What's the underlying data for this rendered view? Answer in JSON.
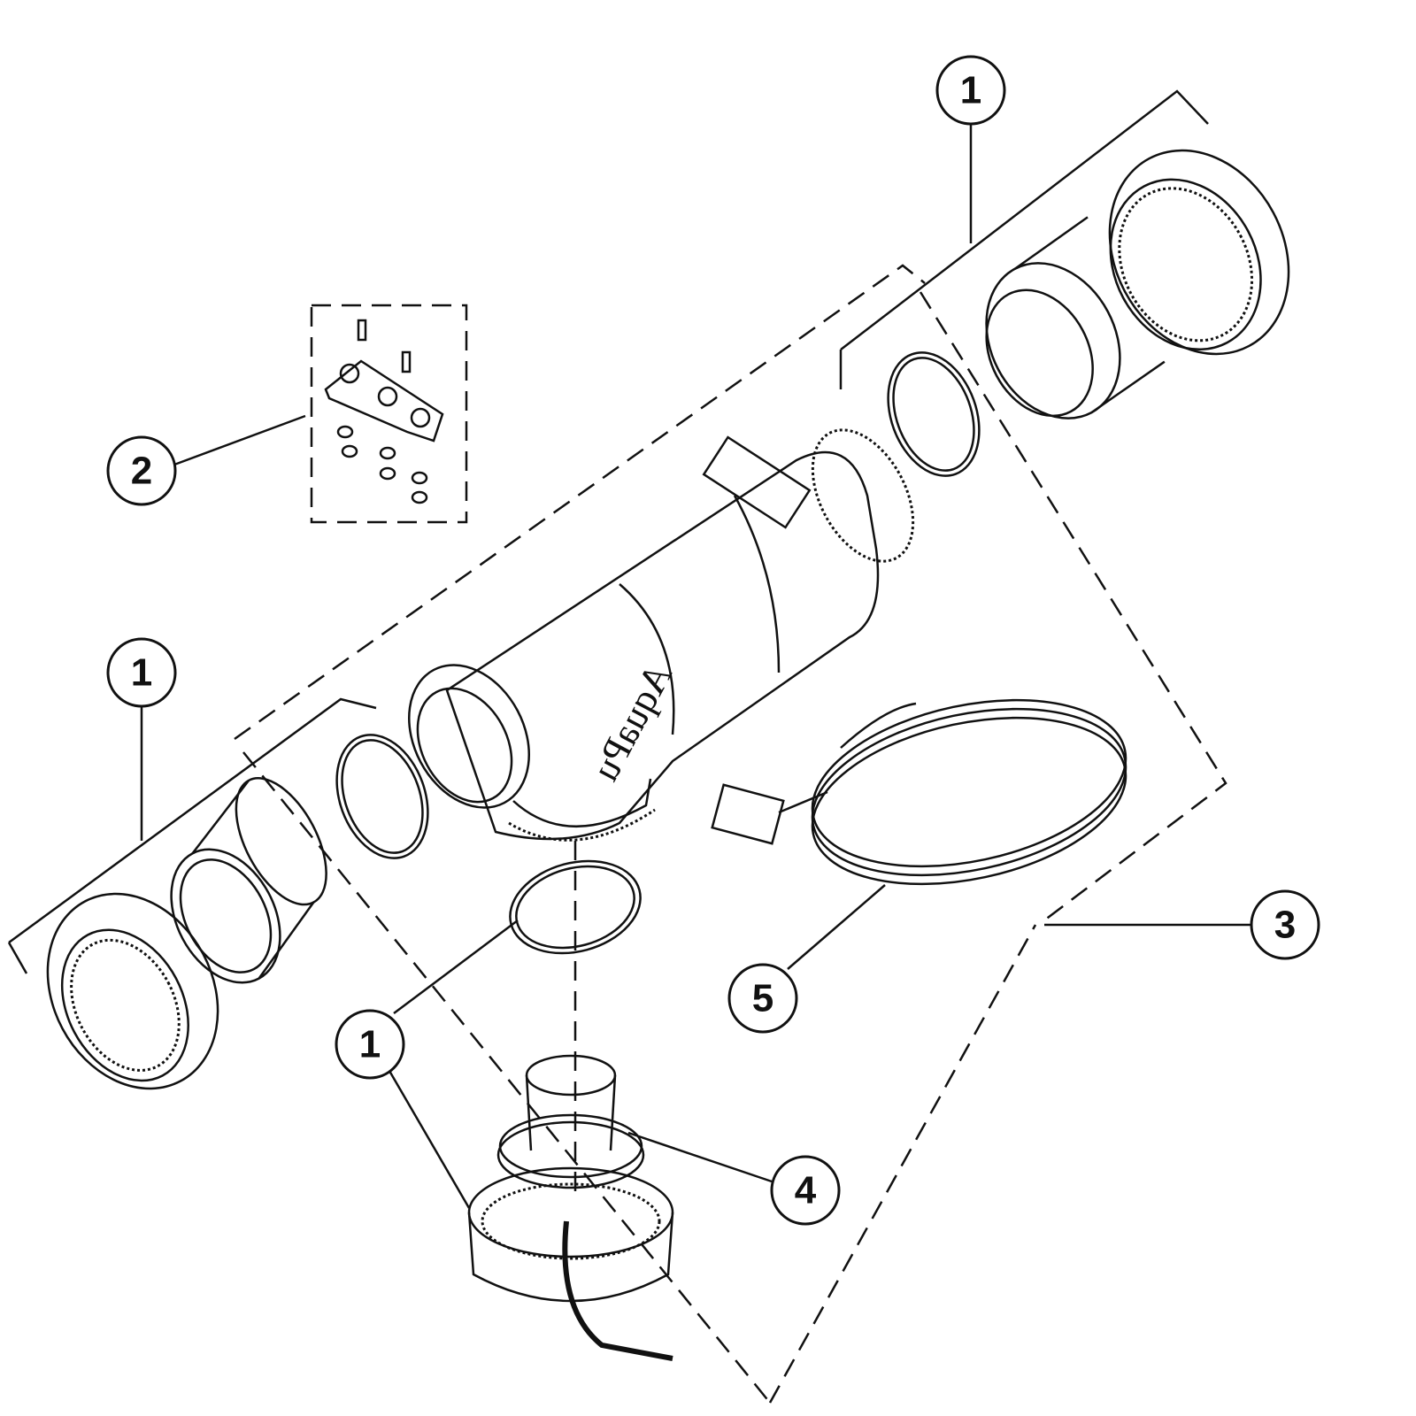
{
  "diagram": {
    "type": "exploded-parts-diagram",
    "callouts": [
      {
        "id": "callout-1-top-right",
        "label": "1"
      },
      {
        "id": "callout-2",
        "label": "2"
      },
      {
        "id": "callout-1-left",
        "label": "1"
      },
      {
        "id": "callout-3",
        "label": "3"
      },
      {
        "id": "callout-5",
        "label": "5"
      },
      {
        "id": "callout-1-bottom",
        "label": "1"
      },
      {
        "id": "callout-4",
        "label": "4"
      }
    ],
    "cell_logo_text": "AquaPu"
  }
}
